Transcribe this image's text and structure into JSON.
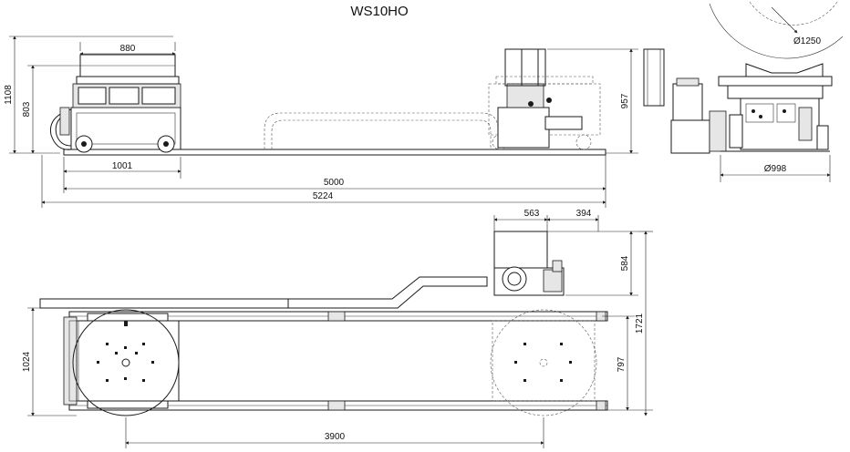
{
  "title": "WS10HO",
  "dimensions": {
    "side_height_total": "1108",
    "side_height_table": "803",
    "table_width": "880",
    "base_width": "1001",
    "frame_length": "5000",
    "overall_length": "5224",
    "right_height": "957",
    "table_diameter": "Ø1250",
    "base_diameter": "Ø998",
    "pump_width": "563",
    "pump_offset": "394",
    "pump_depth": "584",
    "total_width": "1721",
    "rail_width": "1024",
    "half_width": "797",
    "travel": "3900"
  }
}
